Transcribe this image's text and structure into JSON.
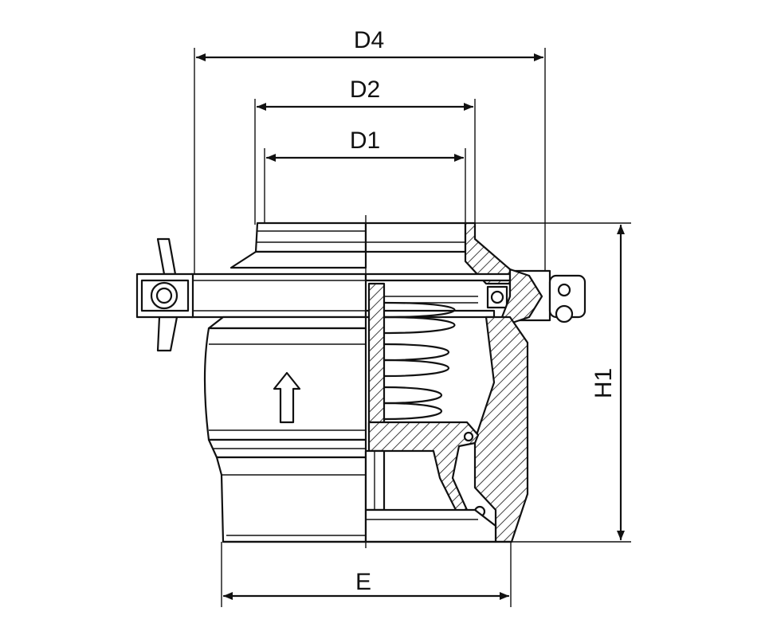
{
  "dimensions": {
    "d4": "D4",
    "d2": "D2",
    "d1": "D1",
    "h1": "H1",
    "e": "E"
  },
  "symbols": {
    "flow_direction": "up-arrow-icon"
  }
}
